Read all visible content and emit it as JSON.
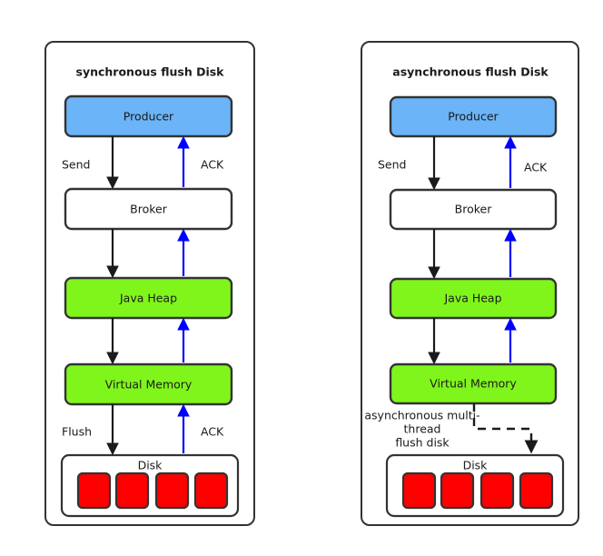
{
  "diagram": {
    "background": "#ffffff",
    "colors": {
      "producer": "#6BB4F7",
      "memory": "#80F51C",
      "disk_cell": "#FF0000",
      "flow_down": "#1a1a1a",
      "flow_ack": "#0000FF",
      "border": "#333333"
    }
  },
  "panels": [
    {
      "id": "synchronous",
      "title": "synchronous flush Disk",
      "nodes": [
        {
          "id": "producer",
          "label": "Producer",
          "style": "blue"
        },
        {
          "id": "broker",
          "label": "Broker",
          "style": "plain"
        },
        {
          "id": "java-heap",
          "label": "Java Heap",
          "style": "green"
        },
        {
          "id": "virtual-memory",
          "label": "Virtual Memory",
          "style": "green"
        },
        {
          "id": "disk",
          "label": "Disk",
          "style": "disk",
          "cells": 4
        }
      ],
      "edges": [
        {
          "id": "send",
          "label": "Send",
          "from": "producer",
          "to": "broker",
          "kind": "down"
        },
        {
          "id": "ack-broker",
          "label": "ACK",
          "from": "broker",
          "to": "producer",
          "kind": "up"
        },
        {
          "id": "broker-heap",
          "label": "",
          "from": "broker",
          "to": "java-heap",
          "kind": "down"
        },
        {
          "id": "ack-heap",
          "label": "",
          "from": "java-heap",
          "to": "broker",
          "kind": "up"
        },
        {
          "id": "heap-vm",
          "label": "",
          "from": "java-heap",
          "to": "virtual-memory",
          "kind": "down"
        },
        {
          "id": "ack-vm",
          "label": "",
          "from": "virtual-memory",
          "to": "java-heap",
          "kind": "up"
        },
        {
          "id": "flush",
          "label": "Flush",
          "from": "virtual-memory",
          "to": "disk",
          "kind": "down"
        },
        {
          "id": "ack-disk",
          "label": "ACK",
          "from": "disk",
          "to": "virtual-memory",
          "kind": "up"
        }
      ]
    },
    {
      "id": "asynchronous",
      "title": "asynchronous flush Disk",
      "nodes": [
        {
          "id": "producer",
          "label": "Producer",
          "style": "blue"
        },
        {
          "id": "broker",
          "label": "Broker",
          "style": "plain"
        },
        {
          "id": "java-heap",
          "label": "Java Heap",
          "style": "green"
        },
        {
          "id": "virtual-memory",
          "label": "Virtual Memory",
          "style": "green"
        },
        {
          "id": "disk",
          "label": "Disk",
          "style": "disk",
          "cells": 4
        }
      ],
      "edges": [
        {
          "id": "send",
          "label": "Send",
          "from": "producer",
          "to": "broker",
          "kind": "down"
        },
        {
          "id": "ack-broker",
          "label": "ACK",
          "from": "broker",
          "to": "producer",
          "kind": "up"
        },
        {
          "id": "broker-heap",
          "label": "",
          "from": "broker",
          "to": "java-heap",
          "kind": "down"
        },
        {
          "id": "ack-heap",
          "label": "",
          "from": "java-heap",
          "to": "broker",
          "kind": "up"
        },
        {
          "id": "heap-vm",
          "label": "",
          "from": "java-heap",
          "to": "virtual-memory",
          "kind": "down"
        },
        {
          "id": "ack-vm",
          "label": "",
          "from": "virtual-memory",
          "to": "java-heap",
          "kind": "up"
        },
        {
          "id": "async-flush",
          "label_lines": [
            "asynchronous multi-",
            "thread",
            "flush disk"
          ],
          "from": "virtual-memory",
          "to": "disk",
          "kind": "dashed"
        }
      ]
    }
  ]
}
